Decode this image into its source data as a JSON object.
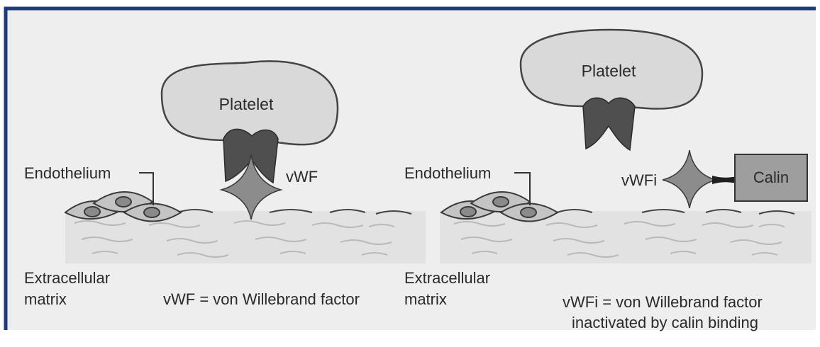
{
  "colors": {
    "frame_border": "#1e3a7a",
    "background": "#eeeeee",
    "platelet_fill": "#d9d9d9",
    "receptor_fill": "#4f4f4f",
    "vwf_fill": "#8c8c8c",
    "calin_fill": "#9e9e9e",
    "cell_fill": "#c4c4c4",
    "matrix_fill": "#e2e2e2",
    "text": "#2a2a2a"
  },
  "left_panel": {
    "platelet_label": "Platelet",
    "endothelium_label": "Endothelium",
    "vwf_label": "vWF",
    "matrix_label_line1": "Extracellular",
    "matrix_label_line2": "matrix",
    "caption_line1": "vWF = von Willebrand factor"
  },
  "right_panel": {
    "platelet_label": "Platelet",
    "endothelium_label": "Endothelium",
    "vwfi_label": "vWFi",
    "calin_label": "Calin",
    "matrix_label_line1": "Extracellular",
    "matrix_label_line2": "matrix",
    "caption_line1": "vWFi = von Willebrand factor",
    "caption_line2": "inactivated by calin binding"
  }
}
